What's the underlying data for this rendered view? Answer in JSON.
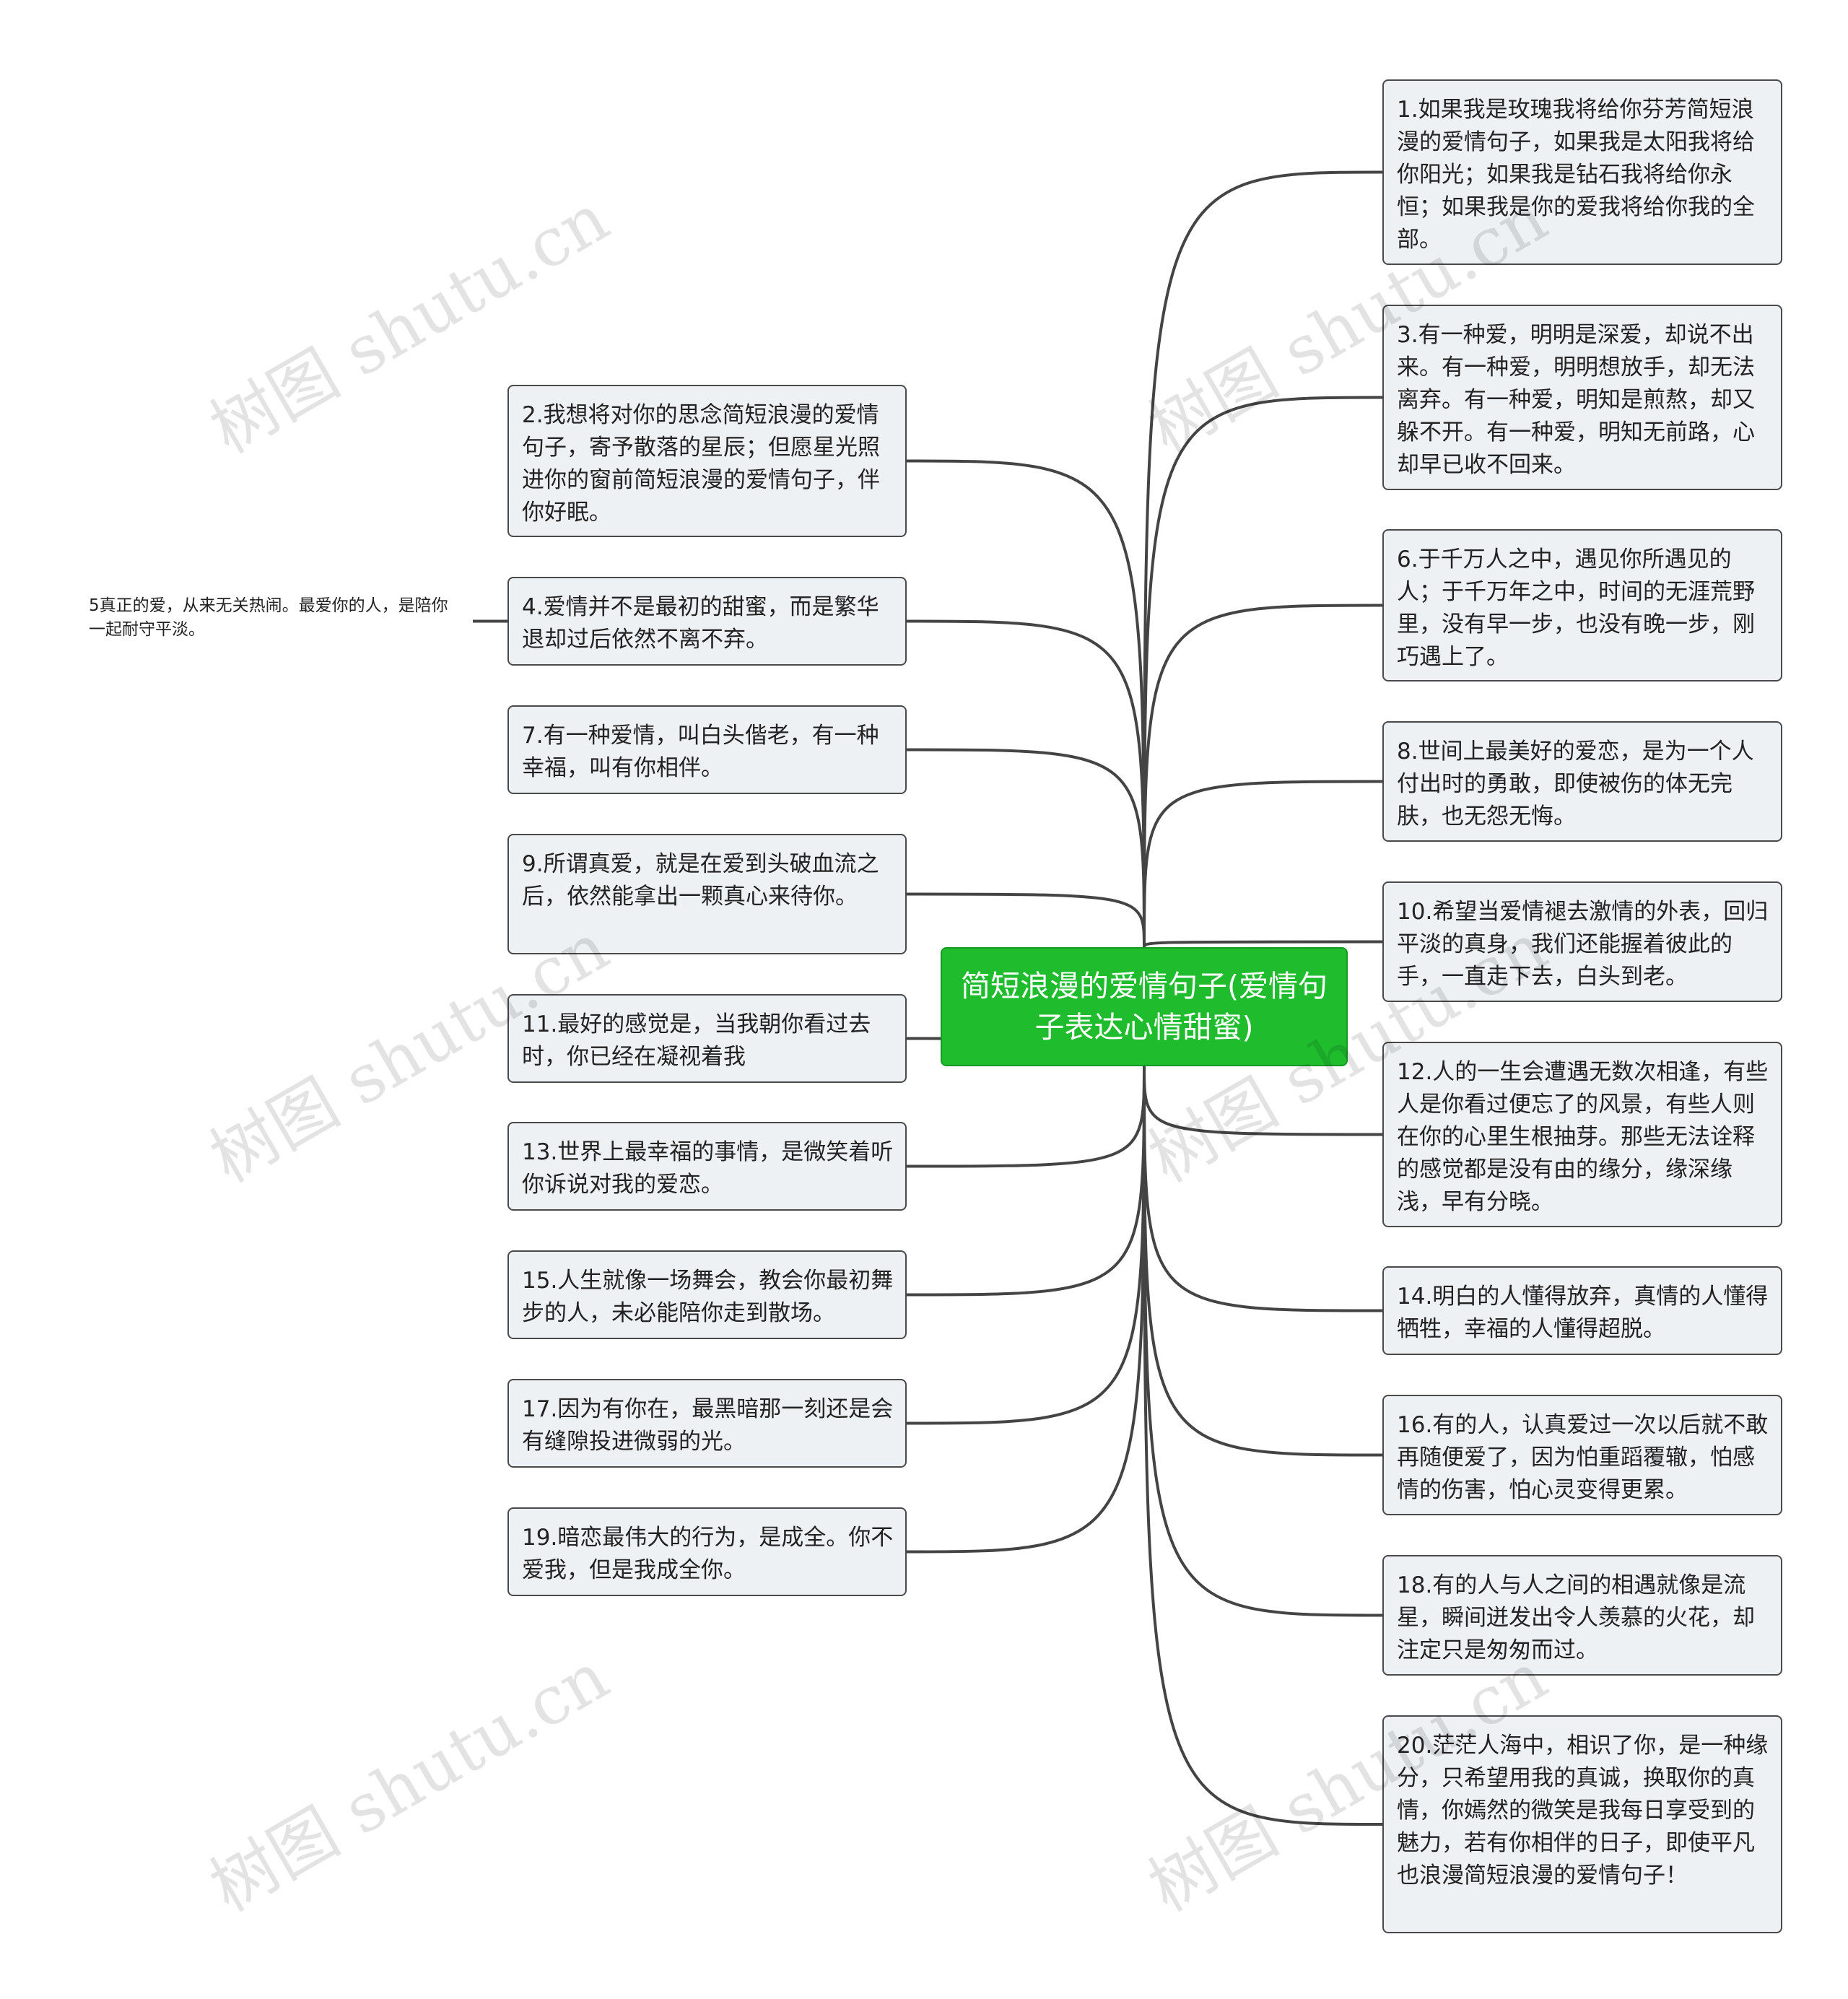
{
  "root": {
    "text": "简短浪漫的爱情句子(爱情句子表达心情甜蜜)"
  },
  "nodes": [
    "1.如果我是玫瑰我将给你芬芳简短浪漫的爱情句子，如果我是太阳我将给你阳光；如果我是钻石我将给你永恒；如果我是你的爱我将给你我的全部。",
    "2.我想将对你的思念简短浪漫的爱情句子，寄予散落的星辰；但愿星光照进你的窗前简短浪漫的爱情句子，伴你好眠。",
    "3.有一种爱，明明是深爱，却说不出来。有一种爱，明明想放手，却无法离弃。有一种爱，明知是煎熬，却又躲不开。有一种爱，明知无前路，心却早已收不回来。",
    "4.爱情并不是最初的甜蜜，而是繁华退却过后依然不离不弃。",
    "6.于千万人之中，遇见你所遇见的人；于千万年之中，时间的无涯荒野里，没有早一步，也没有晚一步，刚巧遇上了。",
    "7.有一种爱情，叫白头偕老，有一种幸福，叫有你相伴。",
    "8.世间上最美好的爱恋，是为一个人付出时的勇敢，即使被伤的体无完肤，也无怨无悔。",
    "9.所谓真爱，就是在爱到头破血流之后，依然能拿出一颗真心来待你。",
    "10.希望当爱情褪去激情的外表，回归平淡的真身，我们还能握着彼此的手，一直走下去，白头到老。",
    "11.最好的感觉是，当我朝你看过去时，你已经在凝视着我",
    "12.人的一生会遭遇无数次相逢，有些人是你看过便忘了的风景，有些人则在你的心里生根抽芽。那些无法诠释的感觉都是没有由的缘分，缘深缘浅，早有分晓。",
    "13.世界上最幸福的事情，是微笑着听你诉说对我的爱恋。",
    "14.明白的人懂得放弃，真情的人懂得牺牲，幸福的人懂得超脱。",
    "15.人生就像一场舞会，教会你最初舞步的人，未必能陪你走到散场。",
    "16.有的人，认真爱过一次以后就不敢再随便爱了，因为怕重蹈覆辙，怕感情的伤害，怕心灵变得更累。",
    "17.因为有你在，最黑暗那一刻还是会有缝隙投进微弱的光。",
    "18.有的人与人之间的相遇就像是流星，瞬间迸发出令人羡慕的火花，却注定只是匆匆而过。",
    "19.暗恋最伟大的行为，是成全。你不爱我，但是我成全你。",
    "20.茫茫人海中，相识了你，是一种缘分，只希望用我的真诚，换取你的真情，你嫣然的微笑是我每日享受到的魅力，若有你相伴的日子，即使平凡也浪漫简短浪漫的爱情句子！"
  ],
  "leaf": {
    "text": "5真正的爱，从来无关热闹。最爱你的人，是陪你一起耐守平淡。"
  },
  "watermark": "树图 shutu.cn"
}
